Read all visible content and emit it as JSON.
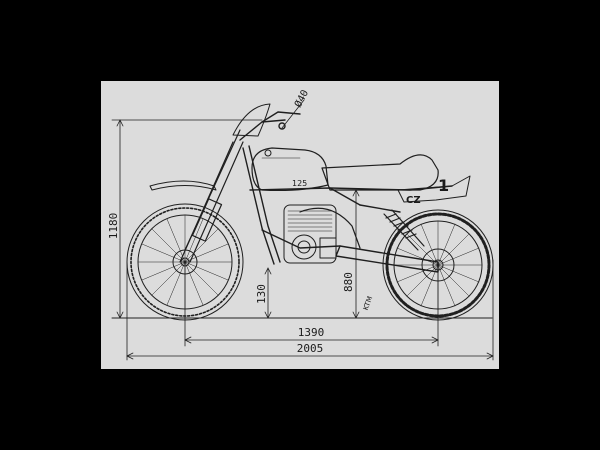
{
  "drawing": {
    "colors": {
      "frame": "#000000",
      "paper": "#dcdcdc",
      "ink": "#1f1f1f"
    },
    "dimensions": {
      "overall_height": "1180",
      "handlebar_angle": "Ø40",
      "ground_clearance": "130",
      "seat_height": "880",
      "wheelbase": "1390",
      "overall_length": "2005"
    },
    "labels": {
      "tank_badge": "125",
      "brand": "CZ",
      "number_plate": "1",
      "swingarm_mark": "KTM"
    }
  }
}
